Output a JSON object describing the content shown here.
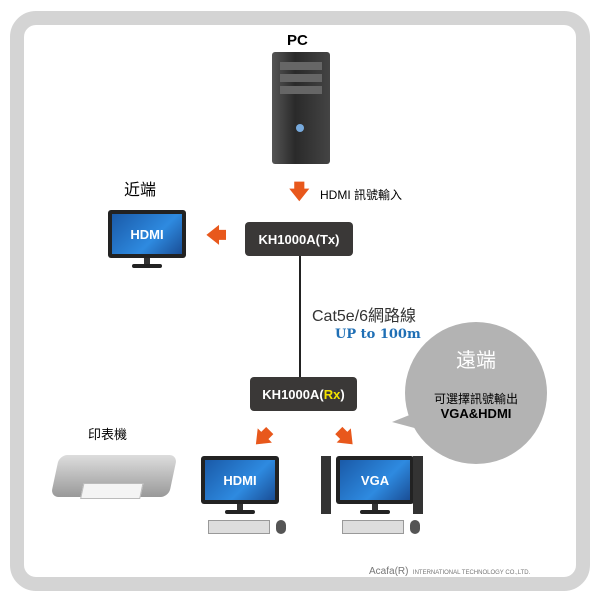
{
  "pc_label": "PC",
  "hdmi_input": "HDMI 訊號輸入",
  "near_end": "近端",
  "near_monitor": "HDMI",
  "tx_box": "KH1000A(Tx)",
  "cable": "Cat5e/6網路線",
  "distance": "UP to 100m",
  "rx_box": {
    "prefix": "KH1000A(",
    "rx": "Rx",
    "suffix": ")"
  },
  "bubble": {
    "title": "遠端",
    "line1": "可選擇訊號輸出",
    "line2": "VGA&HDMI"
  },
  "printer": "印表機",
  "remote_monitors": [
    "HDMI",
    "VGA"
  ],
  "footer": {
    "brand": "Acafa(R)",
    "company": "INTERNATIONAL TECHNOLOGY CO.,LTD."
  },
  "colors": {
    "arrow": "#e8581c",
    "blue_text": "#1f6fb5",
    "rx_yellow": "#f2e200",
    "bubble": "#b3b3b3"
  }
}
